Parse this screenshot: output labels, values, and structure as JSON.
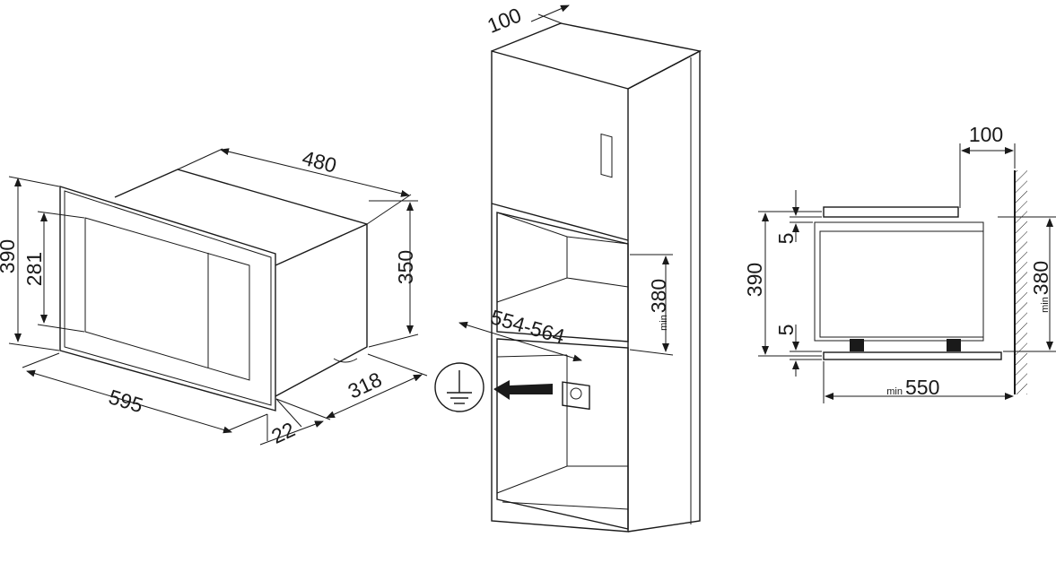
{
  "microwave": {
    "height_outer": "390",
    "height_inner": "281",
    "width_front": "595",
    "depth_top": "480",
    "height_body": "350",
    "depth_body": "318",
    "frame_depth": "22"
  },
  "cabinet": {
    "rear_gap": "100",
    "niche_height": "380",
    "niche_height_prefix": "min",
    "niche_width": "554-564"
  },
  "side_view": {
    "rear_gap": "100",
    "gap_top": "5",
    "gap_bottom": "5",
    "total_height": "390",
    "niche_height": "380",
    "niche_height_prefix": "min",
    "niche_depth": "550",
    "niche_depth_prefix": "min"
  },
  "icons": {
    "ground": "ground-symbol-icon",
    "arrow": "arrow-left-icon",
    "socket": "power-socket-icon"
  }
}
